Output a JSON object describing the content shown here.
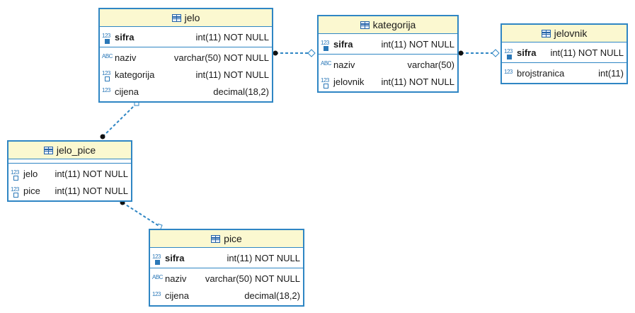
{
  "diagram": {
    "line_color": "#2f86c4",
    "header_color": "#fbf8d0",
    "tables": {
      "jelo": {
        "name": "jelo",
        "columns": [
          {
            "icon": "123",
            "name": "sifra",
            "type": "int(11) NOT NULL"
          },
          {
            "icon": "ABC",
            "name": "naziv",
            "type": "varchar(50) NOT NULL"
          },
          {
            "icon": "123",
            "name": "kategorija",
            "type": "int(11) NOT NULL"
          },
          {
            "icon": "123",
            "name": "cijena",
            "type": "decimal(18,2)"
          }
        ]
      },
      "kategorija": {
        "name": "kategorija",
        "columns": [
          {
            "icon": "123",
            "name": "sifra",
            "type": "int(11) NOT NULL"
          },
          {
            "icon": "ABC",
            "name": "naziv",
            "type": "varchar(50)"
          },
          {
            "icon": "123",
            "name": "jelovnik",
            "type": "int(11) NOT NULL"
          }
        ]
      },
      "jelovnik": {
        "name": "jelovnik",
        "columns": [
          {
            "icon": "123",
            "name": "sifra",
            "type": "int(11) NOT NULL"
          },
          {
            "icon": "123",
            "name": "brojstranica",
            "type": "int(11)"
          }
        ]
      },
      "jelo_pice": {
        "name": "jelo_pice",
        "columns": [
          {
            "icon": "123",
            "name": "jelo",
            "type": "int(11) NOT NULL"
          },
          {
            "icon": "123",
            "name": "pice",
            "type": "int(11) NOT NULL"
          }
        ]
      },
      "pice": {
        "name": "pice",
        "columns": [
          {
            "icon": "123",
            "name": "sifra",
            "type": "int(11) NOT NULL"
          },
          {
            "icon": "ABC",
            "name": "naziv",
            "type": "varchar(50) NOT NULL"
          },
          {
            "icon": "123",
            "name": "cijena",
            "type": "decimal(18,2)"
          }
        ]
      }
    }
  }
}
